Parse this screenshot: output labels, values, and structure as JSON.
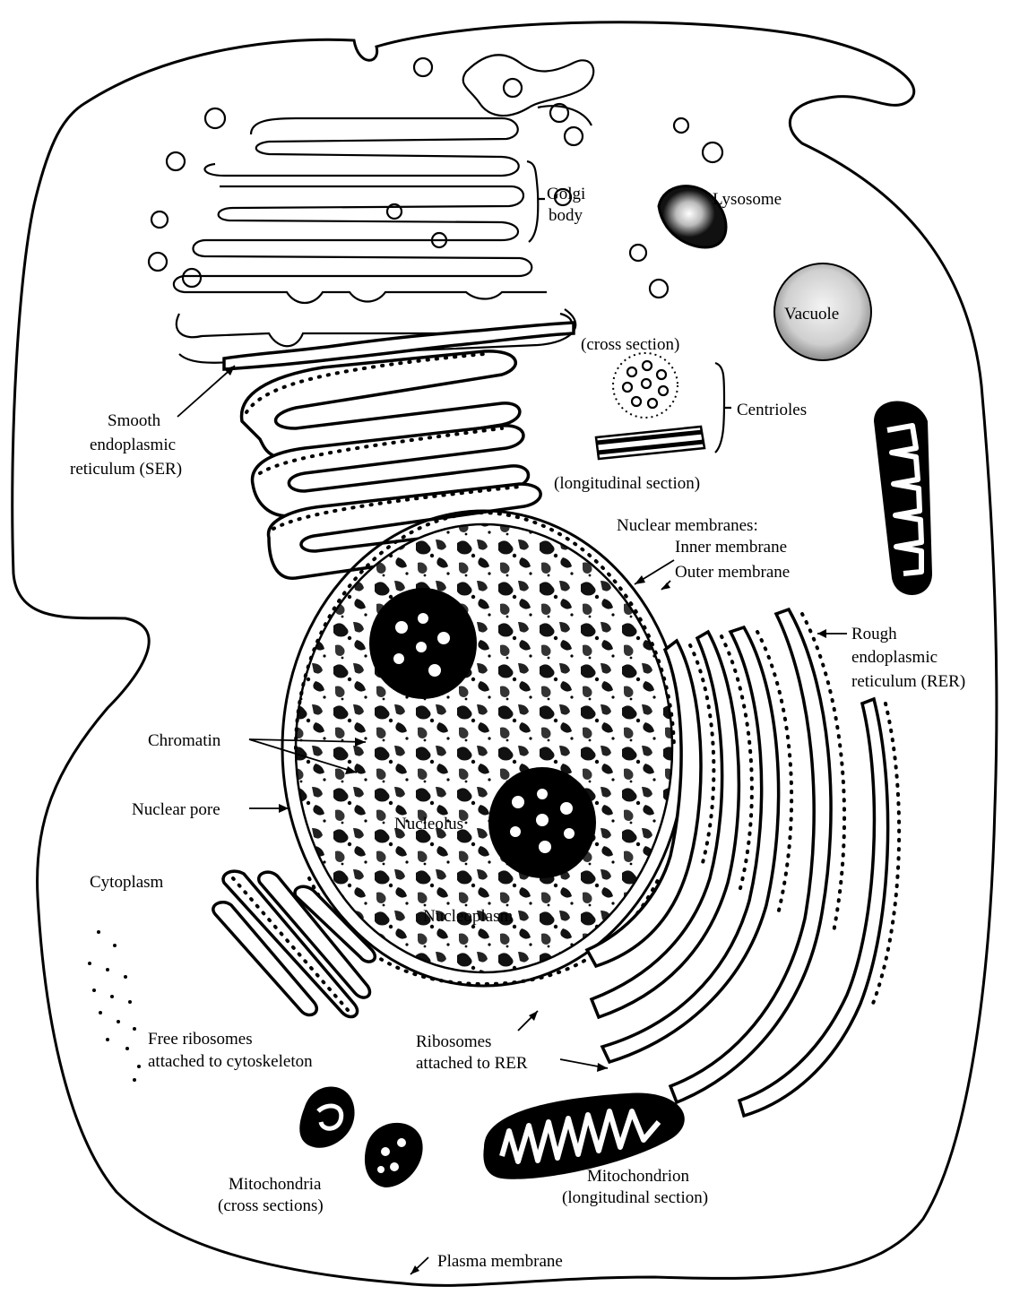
{
  "labels": {
    "golgi": [
      "Golgi",
      "body"
    ],
    "lysosome": "Lysosome",
    "vacuole": "Vacuole",
    "cross_section": "(cross section)",
    "centrioles": "Centrioles",
    "longitudinal_section": "(longitudinal section)",
    "ser": [
      "Smooth",
      "endoplasmic",
      "reticulum (SER)"
    ],
    "nuclear_membranes": "Nuclear membranes:",
    "inner_membrane": "Inner membrane",
    "outer_membrane": "Outer membrane",
    "rer": [
      "Rough",
      "endoplasmic",
      "reticulum (RER)"
    ],
    "chromatin": "Chromatin",
    "nuclear_pore": "Nuclear pore",
    "nucleolus": "Nucleolus",
    "cytoplasm": "Cytoplasm",
    "nucleoplasm": "Nucleoplasm",
    "free_ribosomes": [
      "Free ribosomes",
      "attached to cytoskeleton"
    ],
    "ribosomes_rer": [
      "Ribosomes",
      "attached to RER"
    ],
    "mitochondria_cross": [
      "Mitochondria",
      "(cross sections)"
    ],
    "mitochondrion_long": [
      "Mitochondrion",
      "(longitudinal section)"
    ],
    "plasma_membrane": "Plasma membrane"
  }
}
